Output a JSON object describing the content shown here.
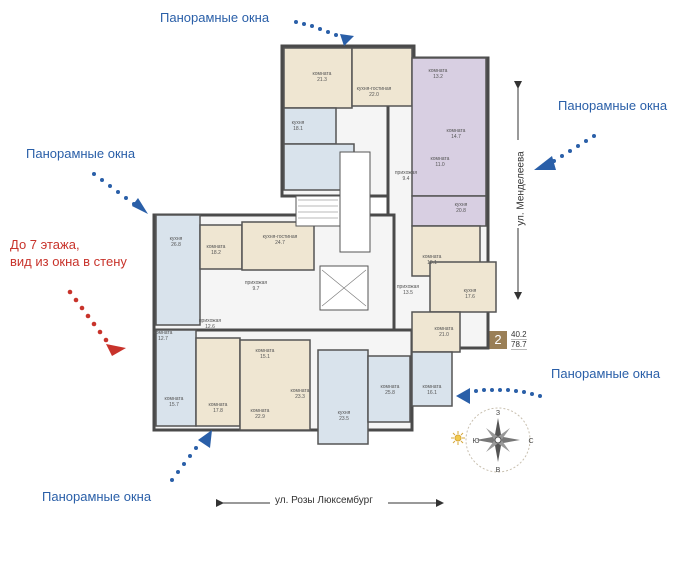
{
  "annotations": {
    "top": "Панорамные окна",
    "top_right": "Панорамные окна",
    "left": "Панорамные окна",
    "bottom_left": "Панорамные окна",
    "bottom_right": "Панорамные окна",
    "warning_line1": "До 7 этажа,",
    "warning_line2": "вид из окна в стену"
  },
  "streets": {
    "bottom": "ул. Розы Люксембург",
    "right": "ул. Менделеева"
  },
  "compass": {
    "north": "С",
    "south": "Ю",
    "east": "В",
    "west": "З"
  },
  "apartment_badge": {
    "number": "2",
    "area_living": "40.2",
    "area_total": "78.7"
  },
  "rooms": [
    {
      "label": "комната",
      "area": "21.3"
    },
    {
      "label": "кухня-гостиная",
      "area": "22.0"
    },
    {
      "label": "комната",
      "area": "13.2"
    },
    {
      "label": "кухня",
      "area": "18.1"
    },
    {
      "label": "комната",
      "area": "14.7"
    },
    {
      "label": "комната",
      "area": "11.0"
    },
    {
      "label": "прихожая",
      "area": "9.4"
    },
    {
      "label": "кухня",
      "area": "20.8"
    },
    {
      "label": "кухня",
      "area": "26.8"
    },
    {
      "label": "комната",
      "area": "18.2"
    },
    {
      "label": "кухня-гостиная",
      "area": "24.7"
    },
    {
      "label": "прихожая",
      "area": "12.6"
    },
    {
      "label": "прихожая",
      "area": "9.7"
    },
    {
      "label": "комната",
      "area": "19.1"
    },
    {
      "label": "прихожая",
      "area": "13.5"
    },
    {
      "label": "кухня",
      "area": "17.6"
    },
    {
      "label": "комната",
      "area": "12.7"
    },
    {
      "label": "комната",
      "area": "21.0"
    },
    {
      "label": "комната",
      "area": "15.7"
    },
    {
      "label": "комната",
      "area": "17.8"
    },
    {
      "label": "комната",
      "area": "22.9"
    },
    {
      "label": "комната",
      "area": "23.3"
    },
    {
      "label": "кухня",
      "area": "23.5"
    },
    {
      "label": "комната",
      "area": "25.8"
    },
    {
      "label": "комната",
      "area": "16.1"
    },
    {
      "label": "комната",
      "area": "15.1"
    }
  ]
}
